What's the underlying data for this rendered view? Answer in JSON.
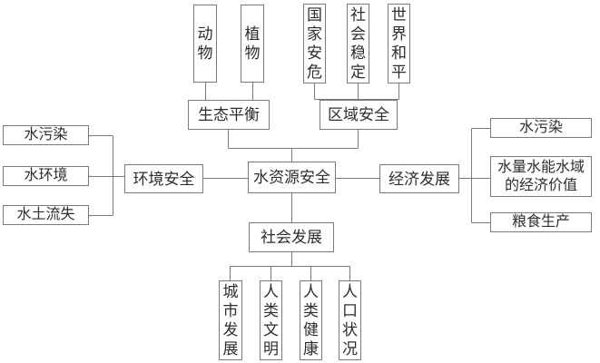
{
  "diagram_type": "tree",
  "colors": {
    "line": "#7a7a7a",
    "border": "#7a7a7a",
    "text": "#2e2e2e",
    "background": "#ffffff"
  },
  "nodes": {
    "animal": {
      "label": "动物"
    },
    "plant": {
      "label": "植物"
    },
    "national_safety": {
      "label": "国家安危"
    },
    "social_stability": {
      "label": "社会稳定"
    },
    "world_peace": {
      "label": "世界和平"
    },
    "ecological_balance": {
      "label": "生态平衡"
    },
    "regional_security": {
      "label": "区域安全"
    },
    "water_pollution_left": {
      "label": "水污染"
    },
    "water_environment": {
      "label": "水环境"
    },
    "soil_erosion": {
      "label": "水土流失"
    },
    "environmental_security": {
      "label": "环境安全"
    },
    "water_resources_security": {
      "label": "水资源安全"
    },
    "economic_development": {
      "label": "经济发展"
    },
    "water_pollution_right": {
      "label": "水污染"
    },
    "water_economic_value": {
      "label": "水量水能水域\n的经济价值"
    },
    "grain_production": {
      "label": "粮食生产"
    },
    "social_development": {
      "label": "社会发展"
    },
    "urban_development": {
      "label": "城市发展"
    },
    "human_civilization": {
      "label": "人类文明"
    },
    "human_health": {
      "label": "人类健康"
    },
    "population_status": {
      "label": "人口状况"
    }
  },
  "edges": [
    [
      "ecological_balance",
      "animal"
    ],
    [
      "ecological_balance",
      "plant"
    ],
    [
      "regional_security",
      "national_safety"
    ],
    [
      "regional_security",
      "social_stability"
    ],
    [
      "regional_security",
      "world_peace"
    ],
    [
      "water_resources_security",
      "ecological_balance"
    ],
    [
      "water_resources_security",
      "regional_security"
    ],
    [
      "water_resources_security",
      "environmental_security"
    ],
    [
      "water_resources_security",
      "economic_development"
    ],
    [
      "water_resources_security",
      "social_development"
    ],
    [
      "environmental_security",
      "water_pollution_left"
    ],
    [
      "environmental_security",
      "water_environment"
    ],
    [
      "environmental_security",
      "soil_erosion"
    ],
    [
      "economic_development",
      "water_pollution_right"
    ],
    [
      "economic_development",
      "water_economic_value"
    ],
    [
      "economic_development",
      "grain_production"
    ],
    [
      "social_development",
      "urban_development"
    ],
    [
      "social_development",
      "human_civilization"
    ],
    [
      "social_development",
      "human_health"
    ],
    [
      "social_development",
      "population_status"
    ]
  ]
}
